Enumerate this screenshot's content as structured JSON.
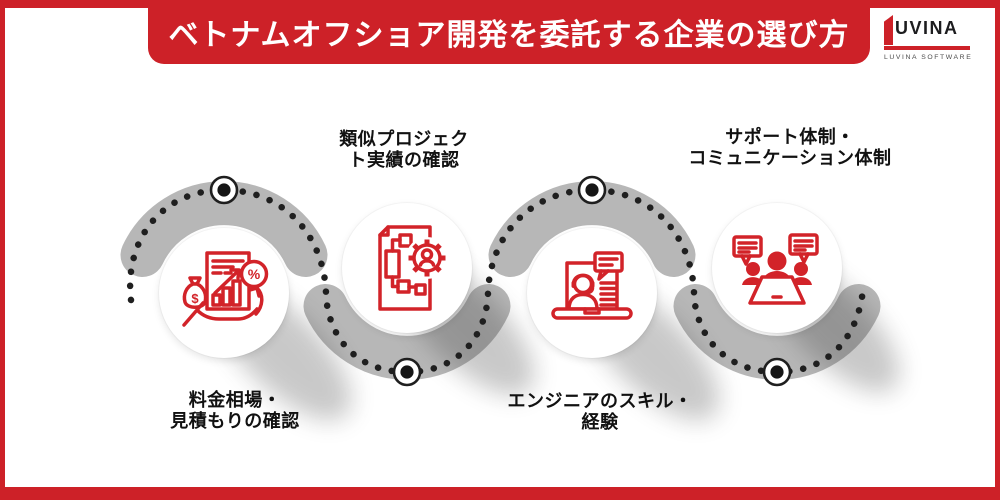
{
  "header": {
    "title": "ベトナムオフショア開発を委託する企業の選び方"
  },
  "logo": {
    "name": "UVINA",
    "sub": "LUVINA SOFTWARE"
  },
  "steps": [
    {
      "line1": "料金相場・",
      "line2": "見積もりの確認",
      "icon": "cost-estimate-icon",
      "label_position": "below"
    },
    {
      "line1": "類似プロジェク",
      "line2": "ト実績の確認",
      "icon": "similar-project-doc-icon",
      "label_position": "above"
    },
    {
      "line1": "エンジニアのスキル・",
      "line2": "経験",
      "icon": "engineer-skill-icon",
      "label_position": "below"
    },
    {
      "line1": "サポート体制・",
      "line2": "コミュニケーション体制",
      "icon": "communication-team-icon",
      "label_position": "above"
    }
  ],
  "icon_glyphs": {
    "percent_badge": "%",
    "dollar_badge": "$"
  },
  "colors": {
    "brand_red": "#cd2128",
    "icon_red": "#d22329",
    "arc_gray": "#b7b7b7",
    "dot_black": "#1f1f1f",
    "label_text": "#111111",
    "title_text": "#ffffff"
  }
}
